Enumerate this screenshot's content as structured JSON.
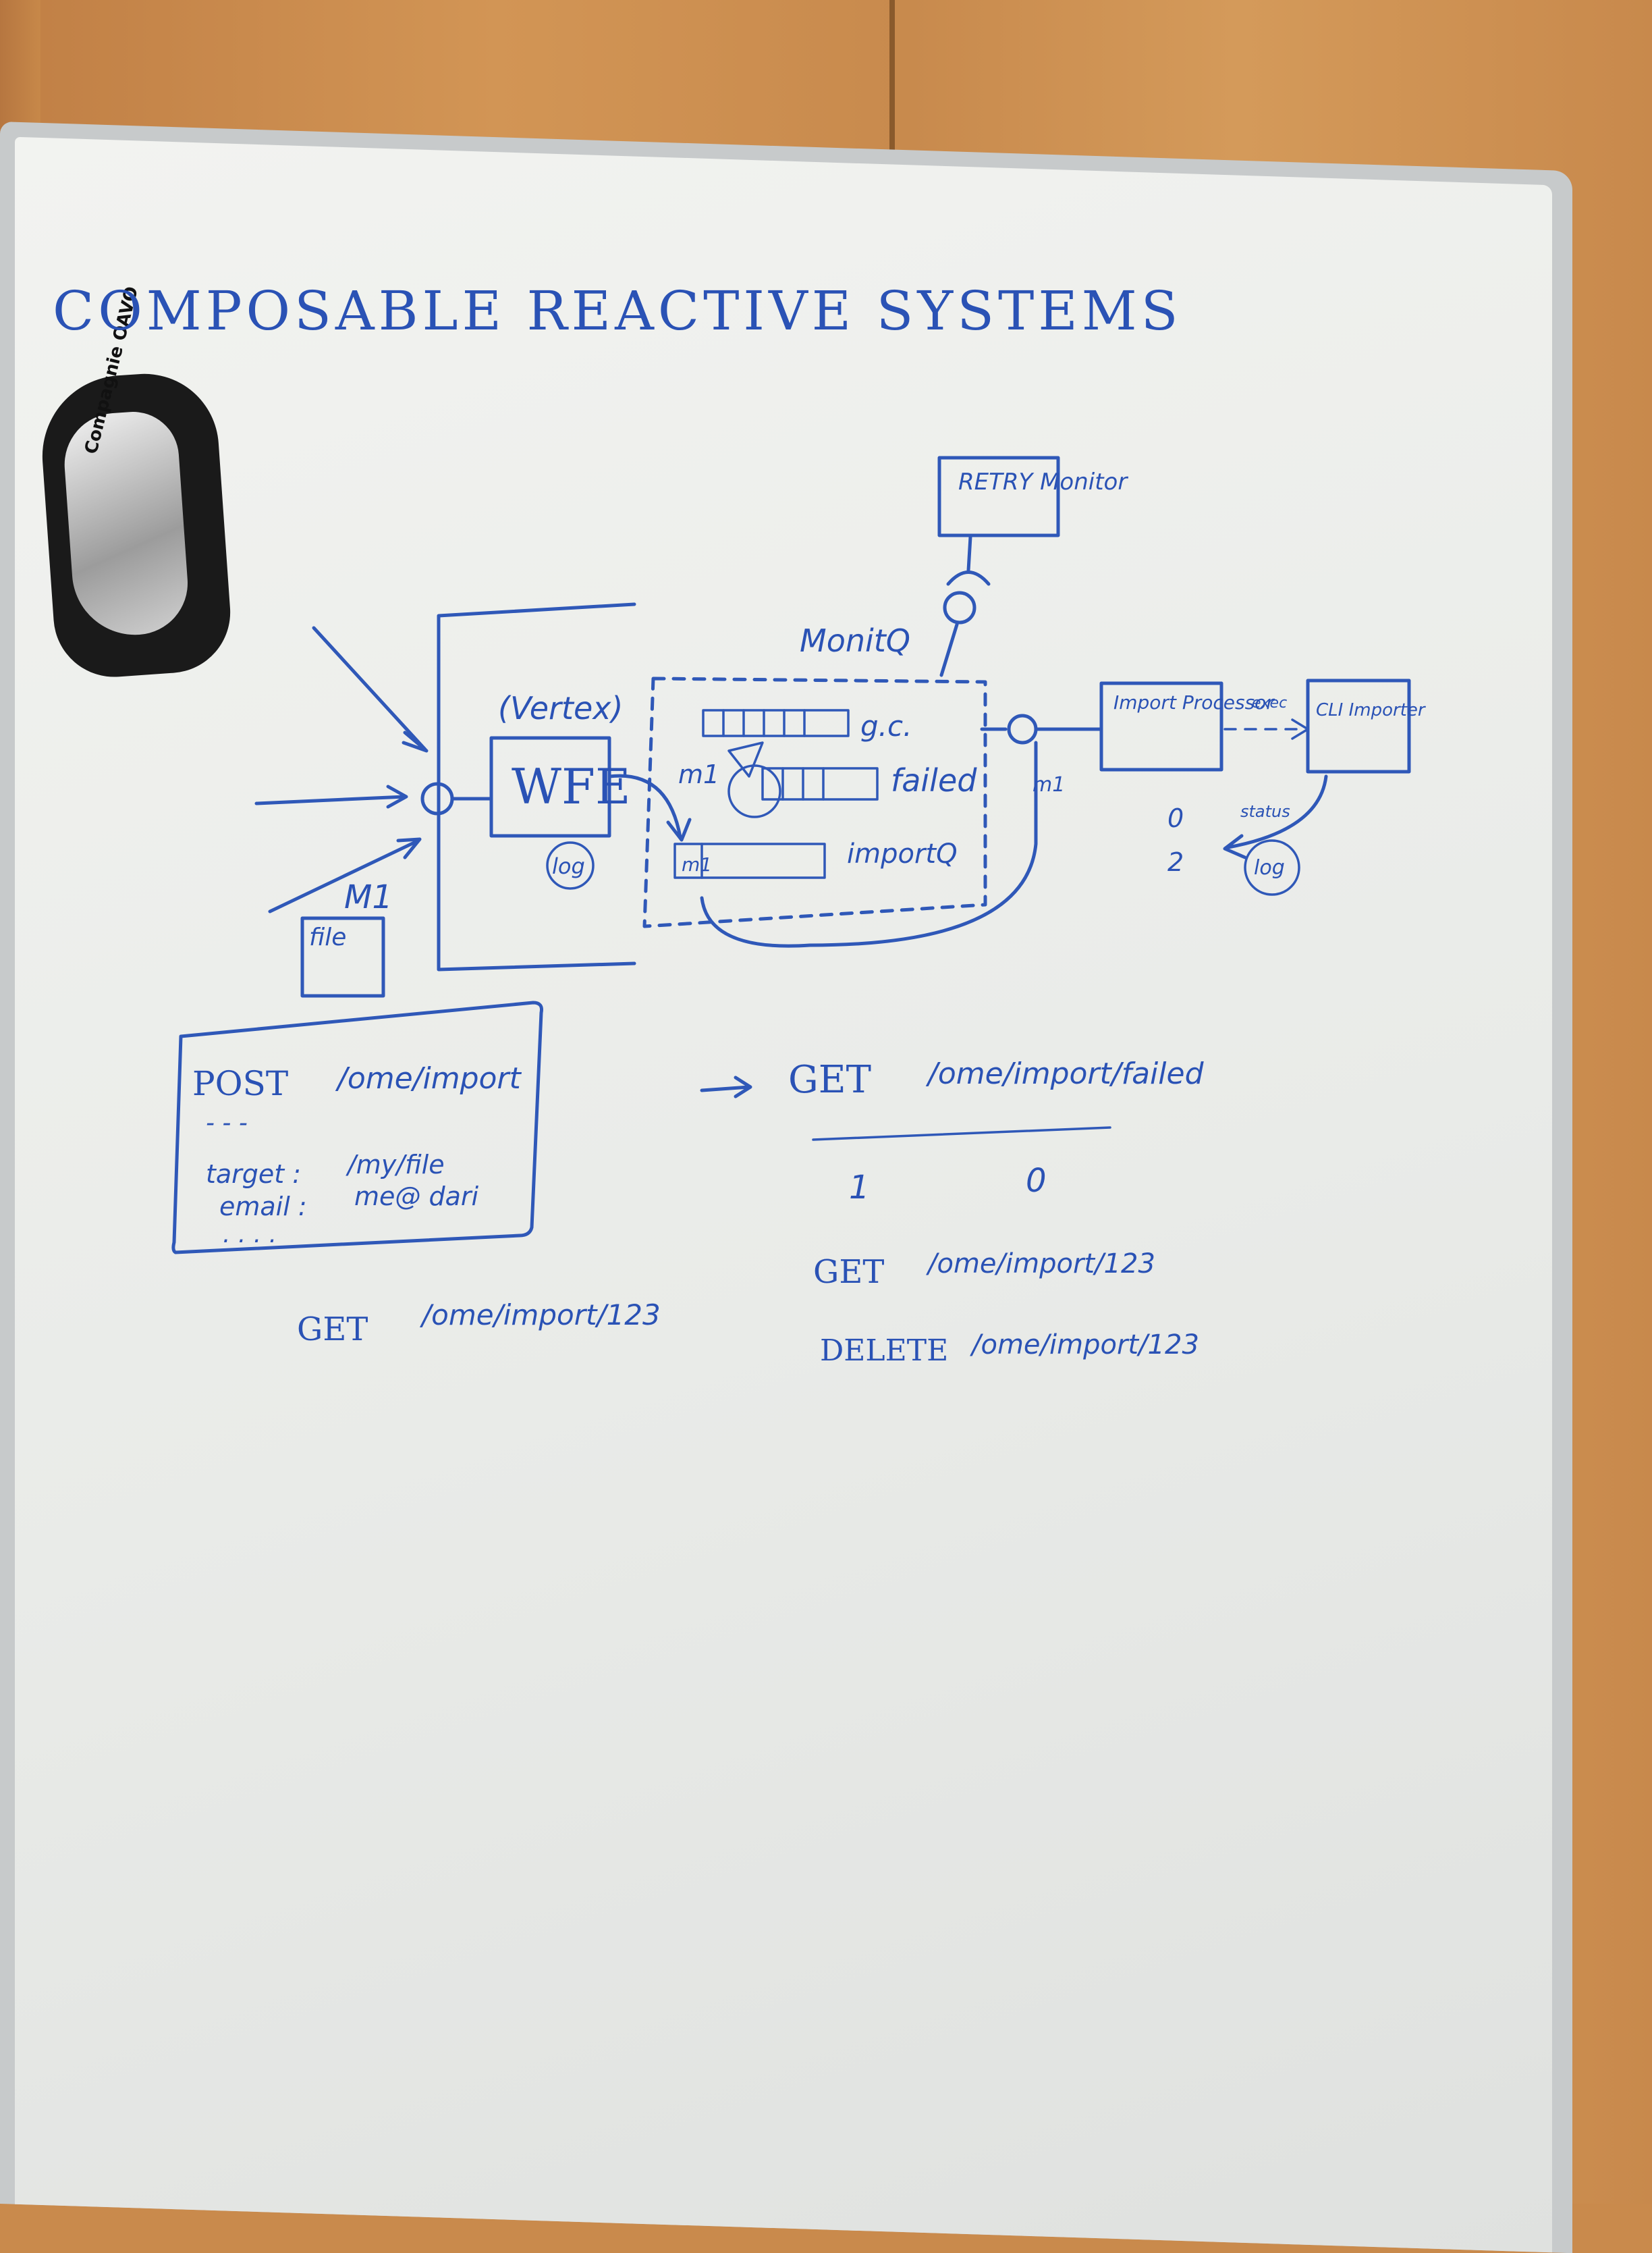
{
  "title": "COMPOSABLE REACTIVE SYSTEMS",
  "eraser_label": "Compagnie OAVO",
  "diagram": {
    "retry_monitor": "RETRY Monitor",
    "monitq": "MonitQ",
    "wfe_caption": "(Vertex)",
    "wfe": "WFE",
    "log": "log",
    "gc": "g.c.",
    "failed": "failed",
    "importq": "importQ",
    "m1_left": "m1",
    "m1_box": "m1",
    "m1_right": "m1",
    "import_processor": "Import Processor",
    "cli_importer": "CLI Importer",
    "exec_label": "exec",
    "status_label": "status",
    "log_right": "log",
    "code_top": "0",
    "code_bottom": "2",
    "file_label": "M1",
    "file": "file"
  },
  "request": {
    "method": "POST",
    "path": "/ome/import",
    "dots": "- - -",
    "target_key": "target :",
    "target_val": "/my/file",
    "email_key": "email :",
    "email_val": "me@ dari",
    "more": ". . . ."
  },
  "bottom_left": {
    "method": "GET",
    "path": "/ome/import/123"
  },
  "right_api": {
    "get_failed_method": "GET",
    "get_failed_path": "/ome/import/failed",
    "row_one": "1",
    "row_zero": "0",
    "get_method": "GET",
    "get_path": "/ome/import/123",
    "delete_method": "DELETE",
    "delete_path": "/ome/import/123"
  },
  "colors": {
    "ink": "#2f58b8",
    "board": "#eef0ed",
    "wall": "#c98a4c"
  }
}
